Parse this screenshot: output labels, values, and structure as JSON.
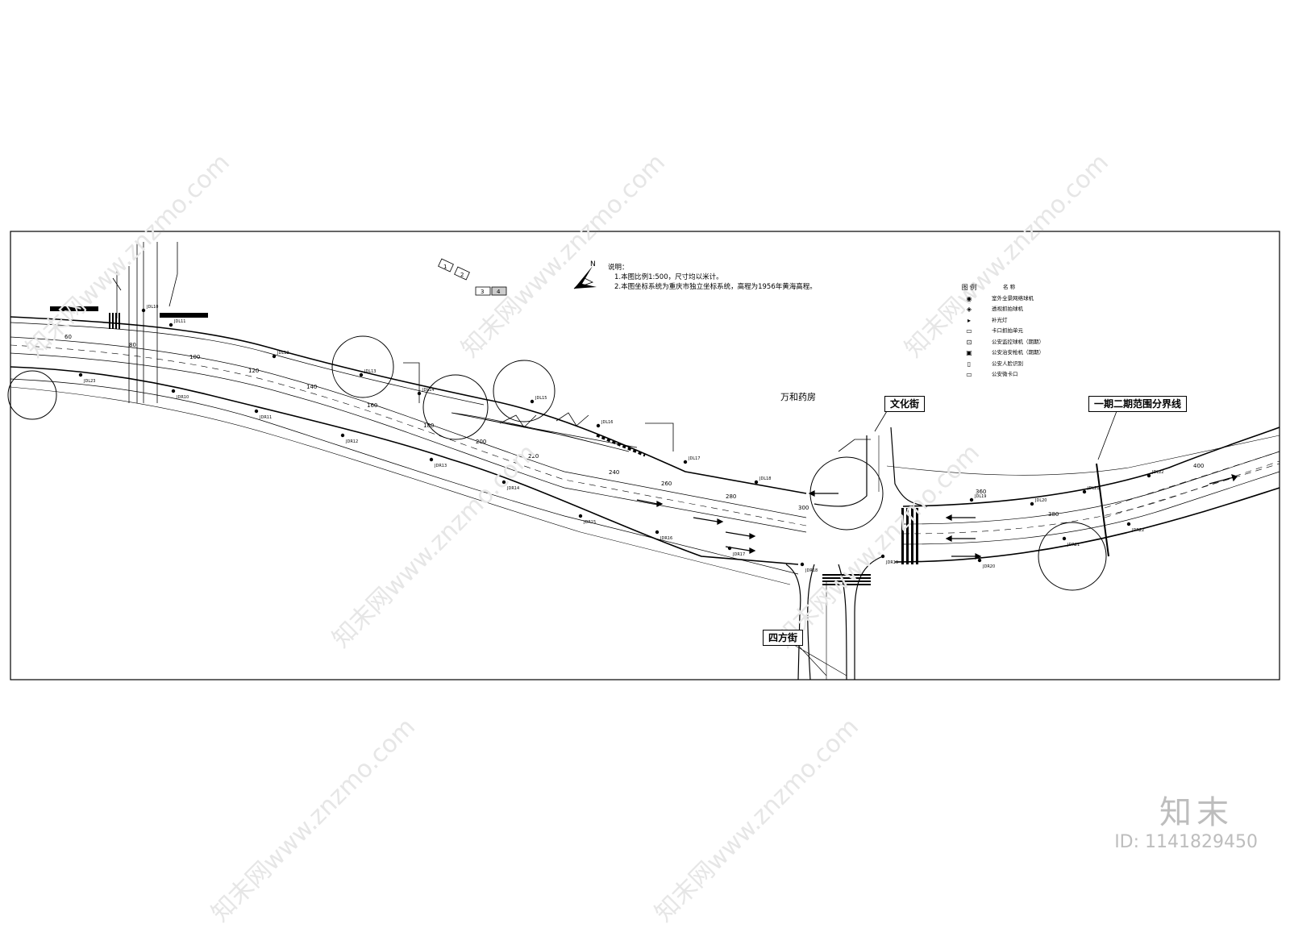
{
  "drawing": {
    "notes_title": "说明：",
    "notes": [
      "1.本图比例1:500，尺寸均以米计。",
      "2.本图坐标系统为重庆市独立坐标系统，高程为1956年黄海高程。"
    ],
    "north_label": "N",
    "scale_bar_labels": [
      "1",
      "2",
      "3",
      "4"
    ]
  },
  "legend": {
    "header_symbol": "图 例",
    "header_name": "名 称",
    "items": [
      {
        "icon": "dome-camera-icon",
        "glyph": "◉",
        "name": "室外全景网络球机"
      },
      {
        "icon": "transparent-dome-icon",
        "glyph": "◈",
        "name": "透视抓拍球机"
      },
      {
        "icon": "fill-light-icon",
        "glyph": "▸",
        "name": "补光灯"
      },
      {
        "icon": "checkpoint-capture-icon",
        "glyph": "▭",
        "name": "卡口抓拍单元"
      },
      {
        "icon": "police-monitor-dome-icon",
        "glyph": "⊡",
        "name": "公安监控球机（期期）"
      },
      {
        "icon": "police-bullet-camera-icon",
        "glyph": "▣",
        "name": "公安治安枪机（期期）"
      },
      {
        "icon": "face-recognition-icon",
        "glyph": "▯",
        "name": "公安人脸识别"
      },
      {
        "icon": "police-checkpoint-icon",
        "glyph": "▭",
        "name": "公安微卡口"
      }
    ]
  },
  "places": {
    "pharmacy": "万和药房",
    "wenhua_street": "文化街",
    "sifang_street": "四方街",
    "phase_boundary": "一期二期范围分界线"
  },
  "stations": [
    "60",
    "80",
    "100",
    "120",
    "140",
    "160",
    "180",
    "200",
    "220",
    "240",
    "260",
    "280",
    "300",
    "360",
    "380",
    "400"
  ],
  "pole_labels": [
    "JDL10",
    "JDL11",
    "JDL12",
    "JDL13",
    "JDL14",
    "JDL15",
    "JDL16",
    "JDL17",
    "JDL18",
    "JDL19",
    "JDL20",
    "JDL21",
    "JDL22",
    "JDL23",
    "JDR10",
    "JDR11",
    "JDR12",
    "JDR13",
    "JDR14",
    "JDR15",
    "JDR16",
    "JDR17",
    "JDR18",
    "JDR19",
    "JDR20",
    "JDR21",
    "JDR22"
  ],
  "branding": {
    "logo_text": "知末",
    "image_id": "ID: 1141829450",
    "watermark": "知末网www.znzmo.com"
  }
}
